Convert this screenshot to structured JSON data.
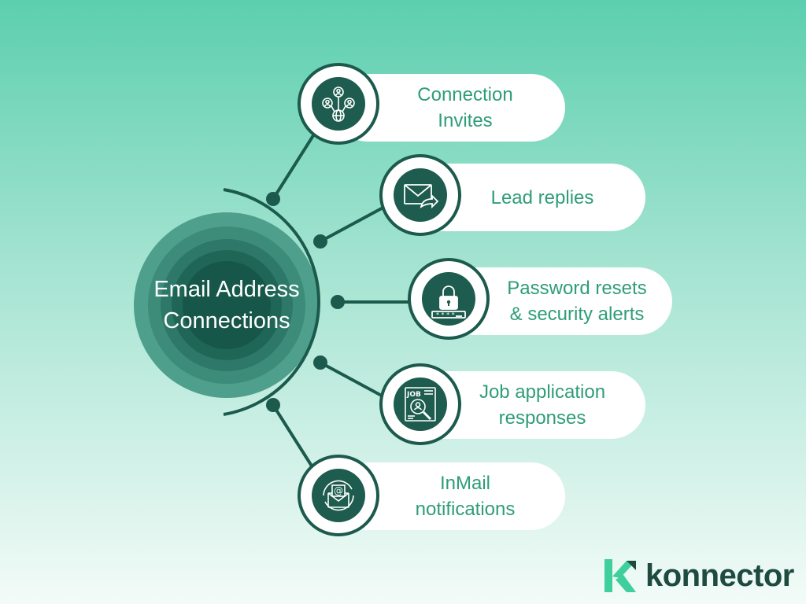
{
  "center": {
    "line1": "Email Address",
    "line2": "Connections"
  },
  "items": [
    {
      "label_line1": "Connection",
      "label_line2": "Invites",
      "icon": "network-globe-icon"
    },
    {
      "label_line1": "Lead replies",
      "label_line2": "",
      "icon": "envelope-reply-icon"
    },
    {
      "label_line1": "Password resets",
      "label_line2": "& security alerts",
      "icon": "lock-password-icon"
    },
    {
      "label_line1": "Job application",
      "label_line2": "responses",
      "icon": "job-application-icon"
    },
    {
      "label_line1": "InMail",
      "label_line2": "notifications",
      "icon": "email-at-icon"
    }
  ],
  "brand": {
    "name": "konnector"
  },
  "colors": {
    "dark_green": "#1b5a4c",
    "text_green": "#2e9d78",
    "center_rings": [
      "#4f9f8d",
      "#3d8c7a",
      "#2d7868",
      "#1f6657",
      "#16574a"
    ]
  }
}
